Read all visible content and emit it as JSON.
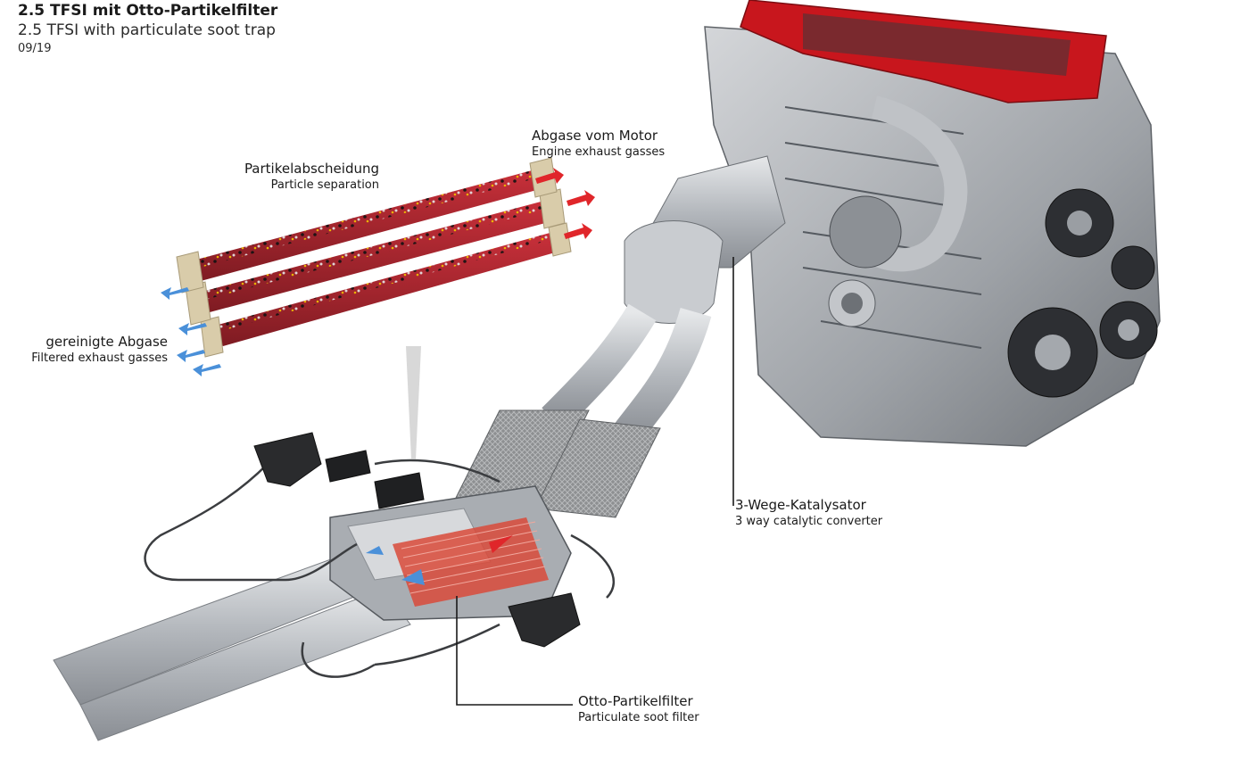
{
  "header": {
    "title": "2.5 TFSI mit Otto-Partikelfilter",
    "subtitle": "2.5 TFSI with particulate soot trap",
    "date": "09/19"
  },
  "labels": {
    "exhaust_in": {
      "de": "Abgase vom Motor",
      "en": "Engine exhaust gasses"
    },
    "particle_sep": {
      "de": "Partikelabscheidung",
      "en": "Particle separation"
    },
    "filtered": {
      "de": "gereinigte Abgase",
      "en": "Filtered exhaust gasses"
    },
    "catalyst": {
      "de": "3-Wege-Katalysator",
      "en": "3 way catalytic converter"
    },
    "soot_filter": {
      "de": "Otto-Partikelfilter",
      "en": "Particulate soot filter"
    }
  },
  "colors": {
    "engine_cover": "#c8161d",
    "hot_gas_arrow": "#e0262a",
    "clean_gas_arrow": "#4a90d9",
    "filter_frame": "#d9ccaa",
    "filter_core": "#b3262c",
    "metal": "#b9bcc0"
  }
}
